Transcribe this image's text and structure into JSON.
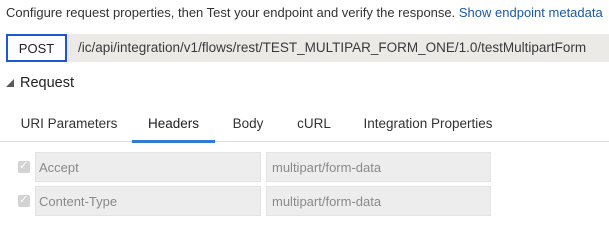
{
  "intro": {
    "text": "Configure request properties, then Test your endpoint and verify the response.",
    "link": "Show endpoint metadata"
  },
  "endpoint": {
    "method": "POST",
    "url": "/ic/api/integration/v1/flows/rest/TEST_MULTIPAR_FORM_ONE/1.0/testMultipartForm"
  },
  "request": {
    "title": "Request",
    "toggle_icon": "collapse-triangle-icon",
    "tabs": [
      {
        "label": "URI Parameters",
        "active": false
      },
      {
        "label": "Headers",
        "active": true
      },
      {
        "label": "Body",
        "active": false
      },
      {
        "label": "cURL",
        "active": false
      },
      {
        "label": "Integration Properties",
        "active": false
      }
    ],
    "headers": [
      {
        "name": "Accept",
        "value": "multipart/form-data",
        "checked": true
      },
      {
        "name": "Content-Type",
        "value": "multipart/form-data",
        "checked": true
      }
    ]
  },
  "colors": {
    "accent": "#2f7bd6",
    "method_border": "#1c58d6",
    "link": "#1a5aa6",
    "endpoint_bg": "#eceae6"
  }
}
